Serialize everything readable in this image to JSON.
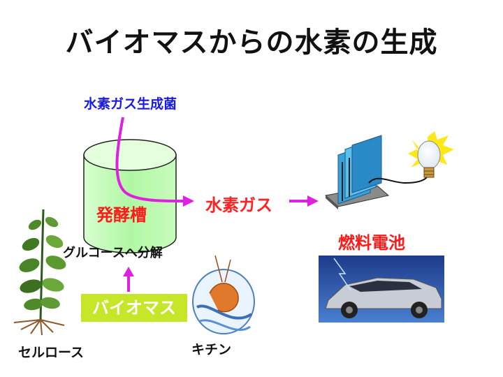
{
  "title": "バイオマスからの水素の生成",
  "labels": {
    "bacteria": "水素ガス生成菌",
    "tank": "発酵槽",
    "hydrogen_gas": "水素ガス",
    "decomposition": "グルコースへ分解",
    "biomass": "バイオマス",
    "cellulose": "セルロース",
    "chitin": "キチン",
    "fuel_cell": "燃料電池"
  },
  "colors": {
    "arrow": "#e020e0",
    "tank": "#b8ffb0",
    "biomass_box": "#c6e62a",
    "label_red": "#ff1a1a",
    "label_blue": "#1a1ae6"
  },
  "icons": [
    "plant-icon",
    "shrimp-icon",
    "fuel-cell-icon",
    "light-bulb-icon",
    "car-photo"
  ]
}
